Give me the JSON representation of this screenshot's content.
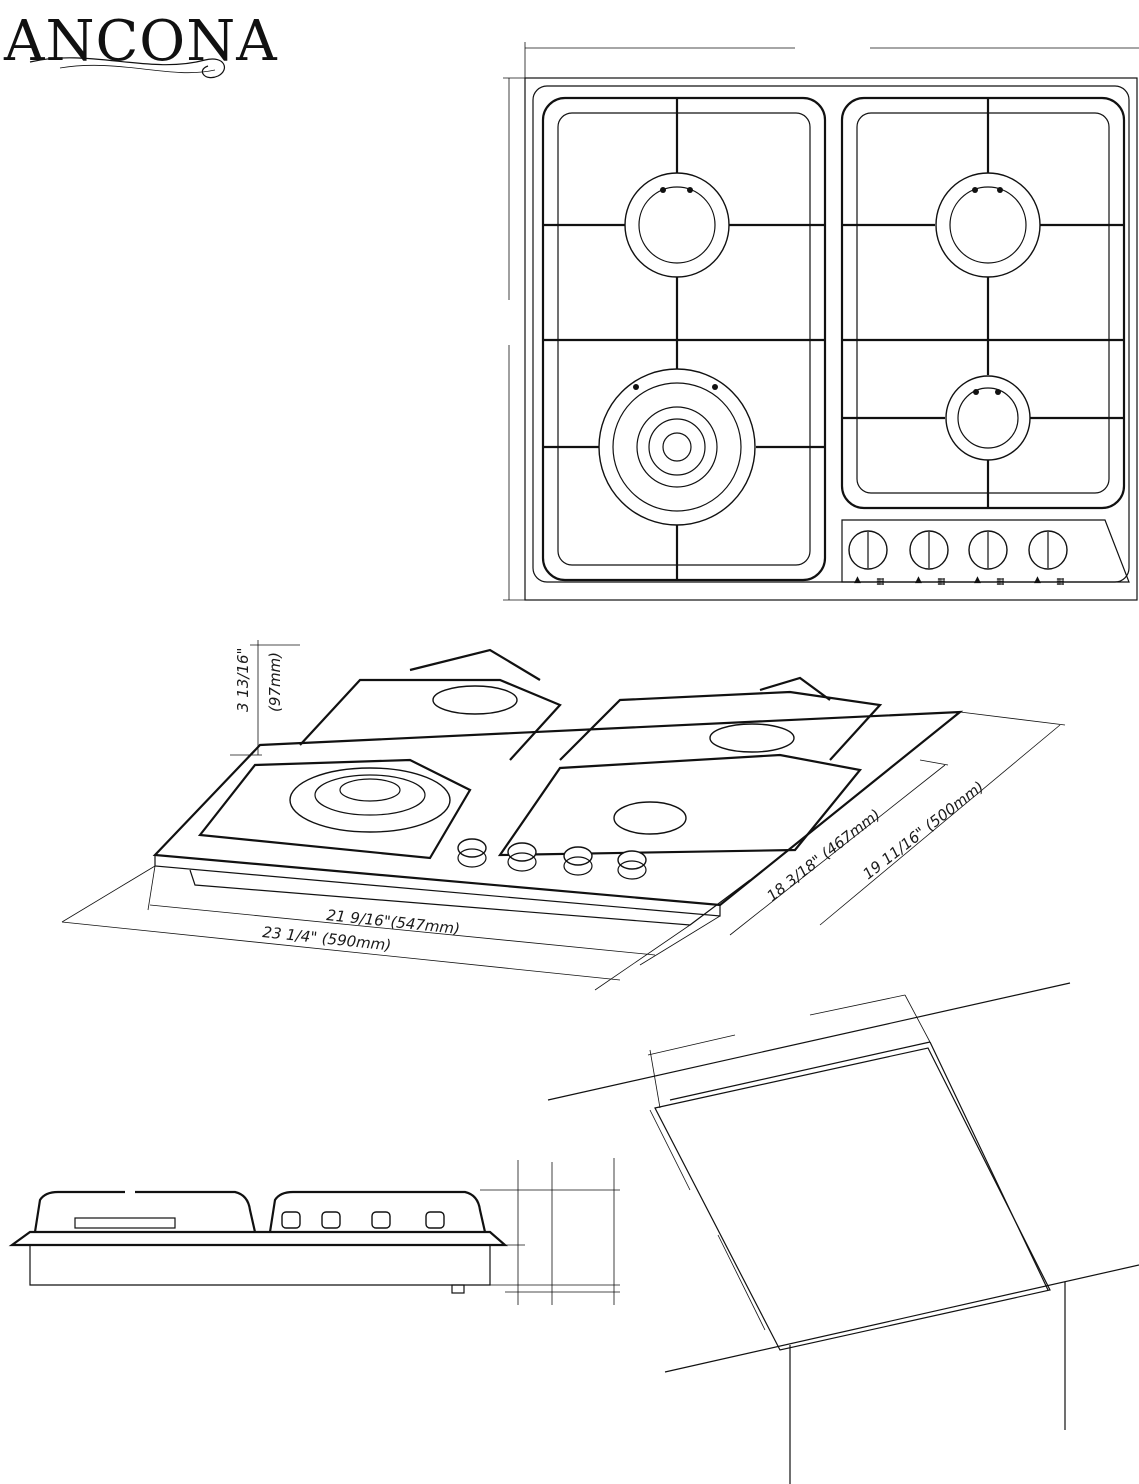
{
  "brand": {
    "logo_text": "ANCONA"
  },
  "dimensions": {
    "height": "3 13/16\"",
    "height_mm": "(97mm)",
    "inner_width": "21 9/16\"(547mm)",
    "outer_width": "23 1/4\" (590mm)",
    "inner_depth": "18 3/18\" (467mm)",
    "outer_depth": "19 11/16\" (500mm)"
  },
  "colors": {
    "line": "#111111",
    "background": "#ffffff"
  },
  "icons": [
    "burner-icon",
    "knob-icon",
    "flame-symbol-icon"
  ]
}
